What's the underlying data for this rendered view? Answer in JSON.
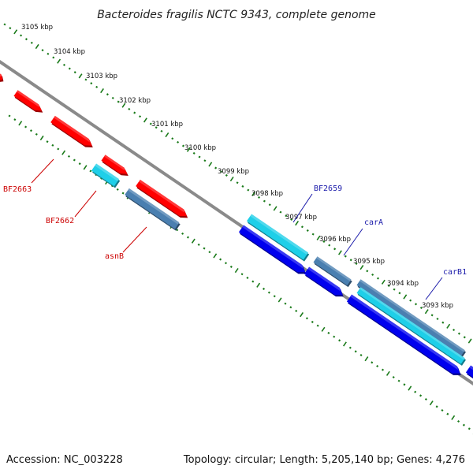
{
  "title": "Bacteroides fragilis NCTC 9343, complete genome",
  "footer": {
    "accession": "Accession: NC_003228",
    "summary": "Topology: circular; Length: 5,205,140 bp; Genes: 4,276"
  },
  "ruler_ticks": [
    {
      "label": "3105 kbp"
    },
    {
      "label": "3104 kbp"
    },
    {
      "label": "3103 kbp"
    },
    {
      "label": "3102 kbp"
    },
    {
      "label": "3101 kbp"
    },
    {
      "label": "3100 kbp"
    },
    {
      "label": "3099 kbp"
    },
    {
      "label": "3098 kbp"
    },
    {
      "label": "3097 kbp"
    },
    {
      "label": "3096 kbp"
    },
    {
      "label": "3095 kbp"
    },
    {
      "label": "3094 kbp"
    },
    {
      "label": "3093 kbp"
    }
  ],
  "gene_labels": [
    {
      "name": "BF2663",
      "color": "#cc0000"
    },
    {
      "name": "BF2662",
      "color": "#cc0000"
    },
    {
      "name": "asnB",
      "color": "#cc0000"
    },
    {
      "name": "BF2659",
      "color": "#1a1aaa"
    },
    {
      "name": "carA",
      "color": "#1a1aaa"
    },
    {
      "name": "carB1",
      "color": "#1a1aaa"
    }
  ],
  "colors": {
    "backbone": "#8a8a8a",
    "ruler": "#1a7a1a",
    "reverse_gene": "#ff0000",
    "forward_gene": "#0000ee",
    "cyan_feature": "#1ecfe8",
    "steel_feature": "#4a7fb0"
  }
}
